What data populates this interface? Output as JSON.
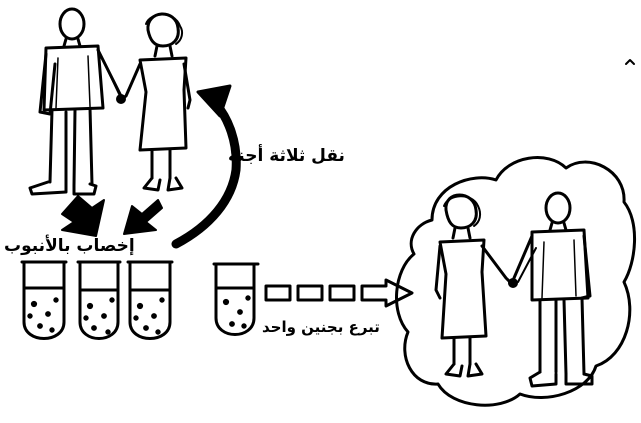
{
  "labels": {
    "transfer_embryos": "نقل ثلاثة أجنة",
    "test_tube_fertilization": "إخصاب بالأنبوب",
    "donate_one_embryo": "تبرع بجنين واحد"
  },
  "icons": {
    "couple_left": "couple-icon",
    "couple_right": "couple-icon",
    "fertilization_arrows": "down-arrow-icon",
    "transfer_arrow": "curved-arrow-icon",
    "donation_arrow": "dashed-arrow-icon",
    "test_tubes": "test-tube-icon",
    "cloud": "cloud-icon"
  },
  "colors": {
    "ink": "#000000",
    "paper": "#ffffff"
  }
}
